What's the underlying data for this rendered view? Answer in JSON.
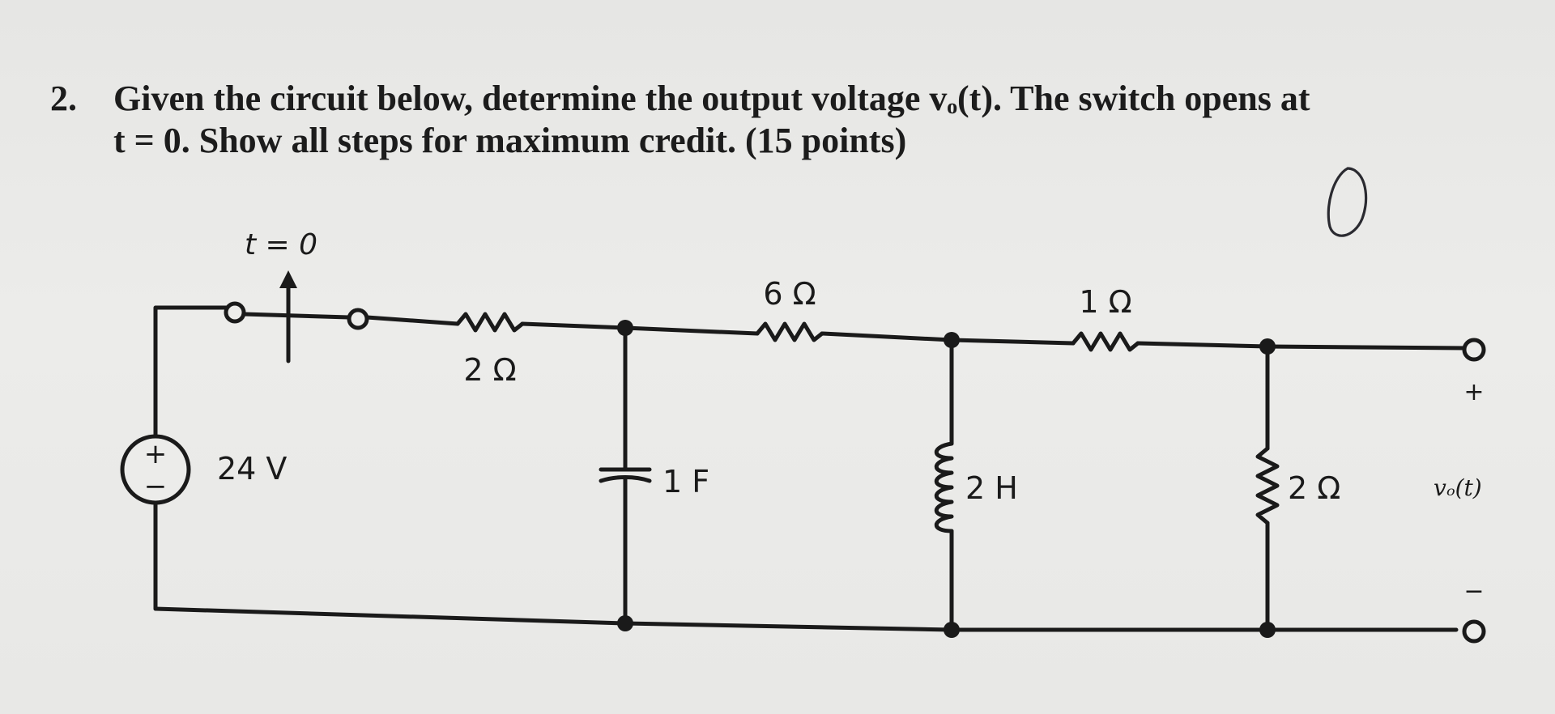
{
  "problem": {
    "number": "2.",
    "line1": "Given the circuit below, determine the output voltage vₒ(t). The switch opens at",
    "line2": "t = 0. Show all steps for maximum credit. (15 points)"
  },
  "annotation": {
    "handwritten_mark": "O"
  },
  "circuit": {
    "switch_label": "t = 0",
    "source_label": "24 V",
    "source_plus": "+",
    "source_minus": "−",
    "r1_label": "2 Ω",
    "r2_label": "6 Ω",
    "r3_label": "1 Ω",
    "r4_label": "2 Ω",
    "capacitor_label": "1 F",
    "inductor_label": "2 H",
    "output_plus": "+",
    "output_minus": "−",
    "output_label": "vₒ(t)"
  },
  "colors": {
    "ink": "#1a1a1a",
    "paper": "#e9e9e7"
  }
}
